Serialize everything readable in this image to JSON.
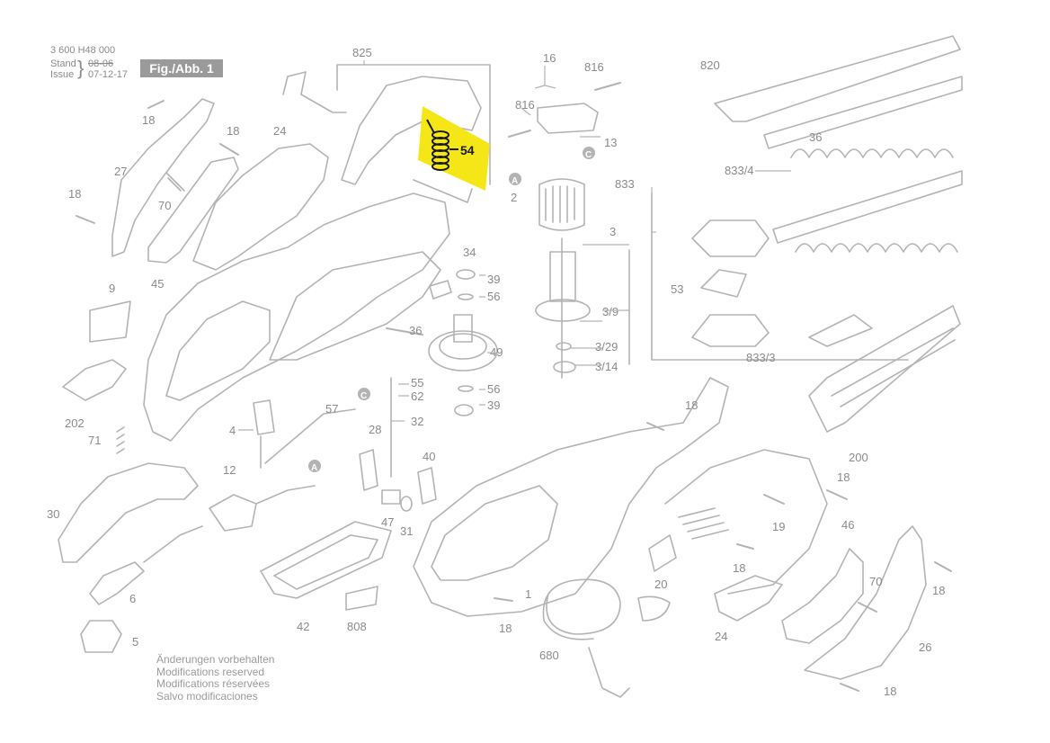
{
  "header": {
    "doc_number": "3 600 H48 000",
    "stand_label": "Stand",
    "issue_label": "Issue",
    "stand_date": "08-06",
    "issue_date": "07-12-17",
    "figure_label": "Fig./Abb. 1"
  },
  "footer": {
    "lines": [
      "Änderungen vorbehalten",
      "Modifications reserved",
      "Modifications réservées",
      "Salvo modificaciones"
    ]
  },
  "highlight": {
    "part": "54",
    "color": "#f5e617"
  },
  "callouts": {
    "a_marker": "A",
    "c_marker": "C"
  },
  "parts": [
    "825",
    "18",
    "27",
    "70",
    "18",
    "45",
    "9",
    "202",
    "71",
    "30",
    "6",
    "5",
    "18",
    "24",
    "54",
    "16",
    "816",
    "816",
    "13",
    "2",
    "3",
    "3/9",
    "3/29",
    "3/14",
    "34",
    "39",
    "56",
    "49",
    "56",
    "39",
    "36",
    "55",
    "62",
    "32",
    "57",
    "28",
    "4",
    "12",
    "40",
    "47",
    "31",
    "42",
    "808",
    "820",
    "36",
    "833/4",
    "833",
    "53",
    "833/3",
    "200",
    "18",
    "1",
    "18",
    "19",
    "18",
    "20",
    "680",
    "18",
    "24",
    "46",
    "70",
    "18",
    "26",
    "18"
  ]
}
